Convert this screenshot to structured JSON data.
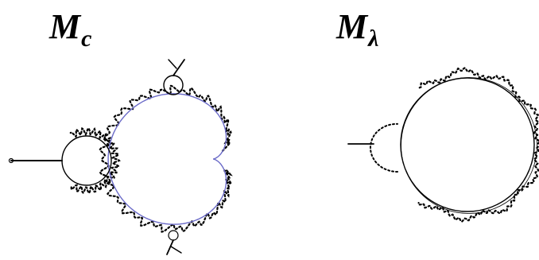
{
  "labels": {
    "left": {
      "main": "M",
      "sub": "c"
    },
    "right": {
      "main": "M",
      "sub": "λ"
    }
  },
  "colors": {
    "ink": "#000000",
    "outline": "#6b6bc8",
    "background": "#ffffff"
  }
}
